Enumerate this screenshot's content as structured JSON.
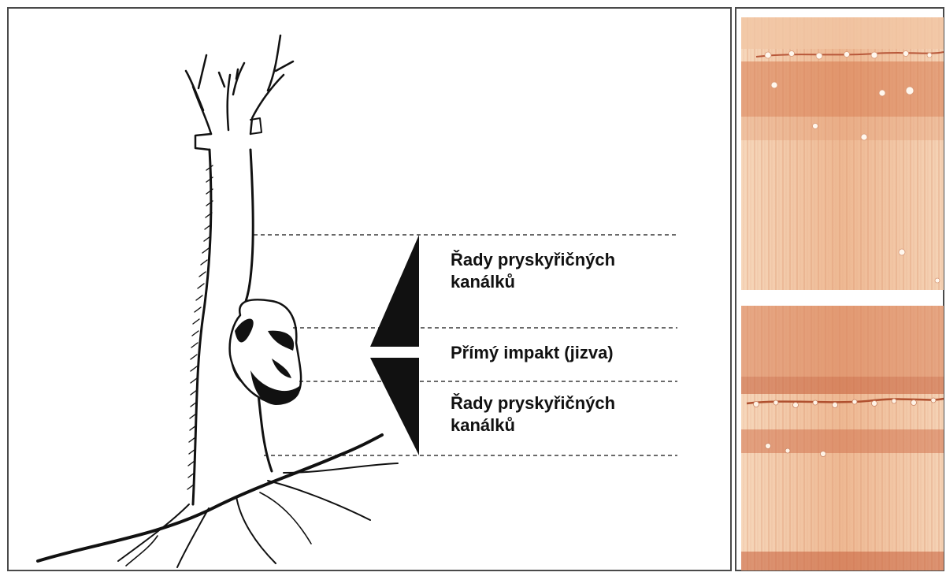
{
  "labels": {
    "resin_upper_line1": "Řady pryskyřičných",
    "resin_upper_line2": "kanálků",
    "impact": "Přímý impakt (jizva)",
    "resin_lower_line1": "Řady pryskyřičných",
    "resin_lower_line2": "kanálků"
  },
  "colors": {
    "line": "#111111",
    "wood_light": "#f3cfae",
    "wood_mid": "#e9a982",
    "wood_dark": "#c8623f",
    "frame": "#4a4a4a"
  },
  "icons": {
    "tree": "tree-with-scar-illustration",
    "upper_micro": "wood-cross-section-micrograph",
    "lower_micro": "wood-cross-section-micrograph"
  }
}
